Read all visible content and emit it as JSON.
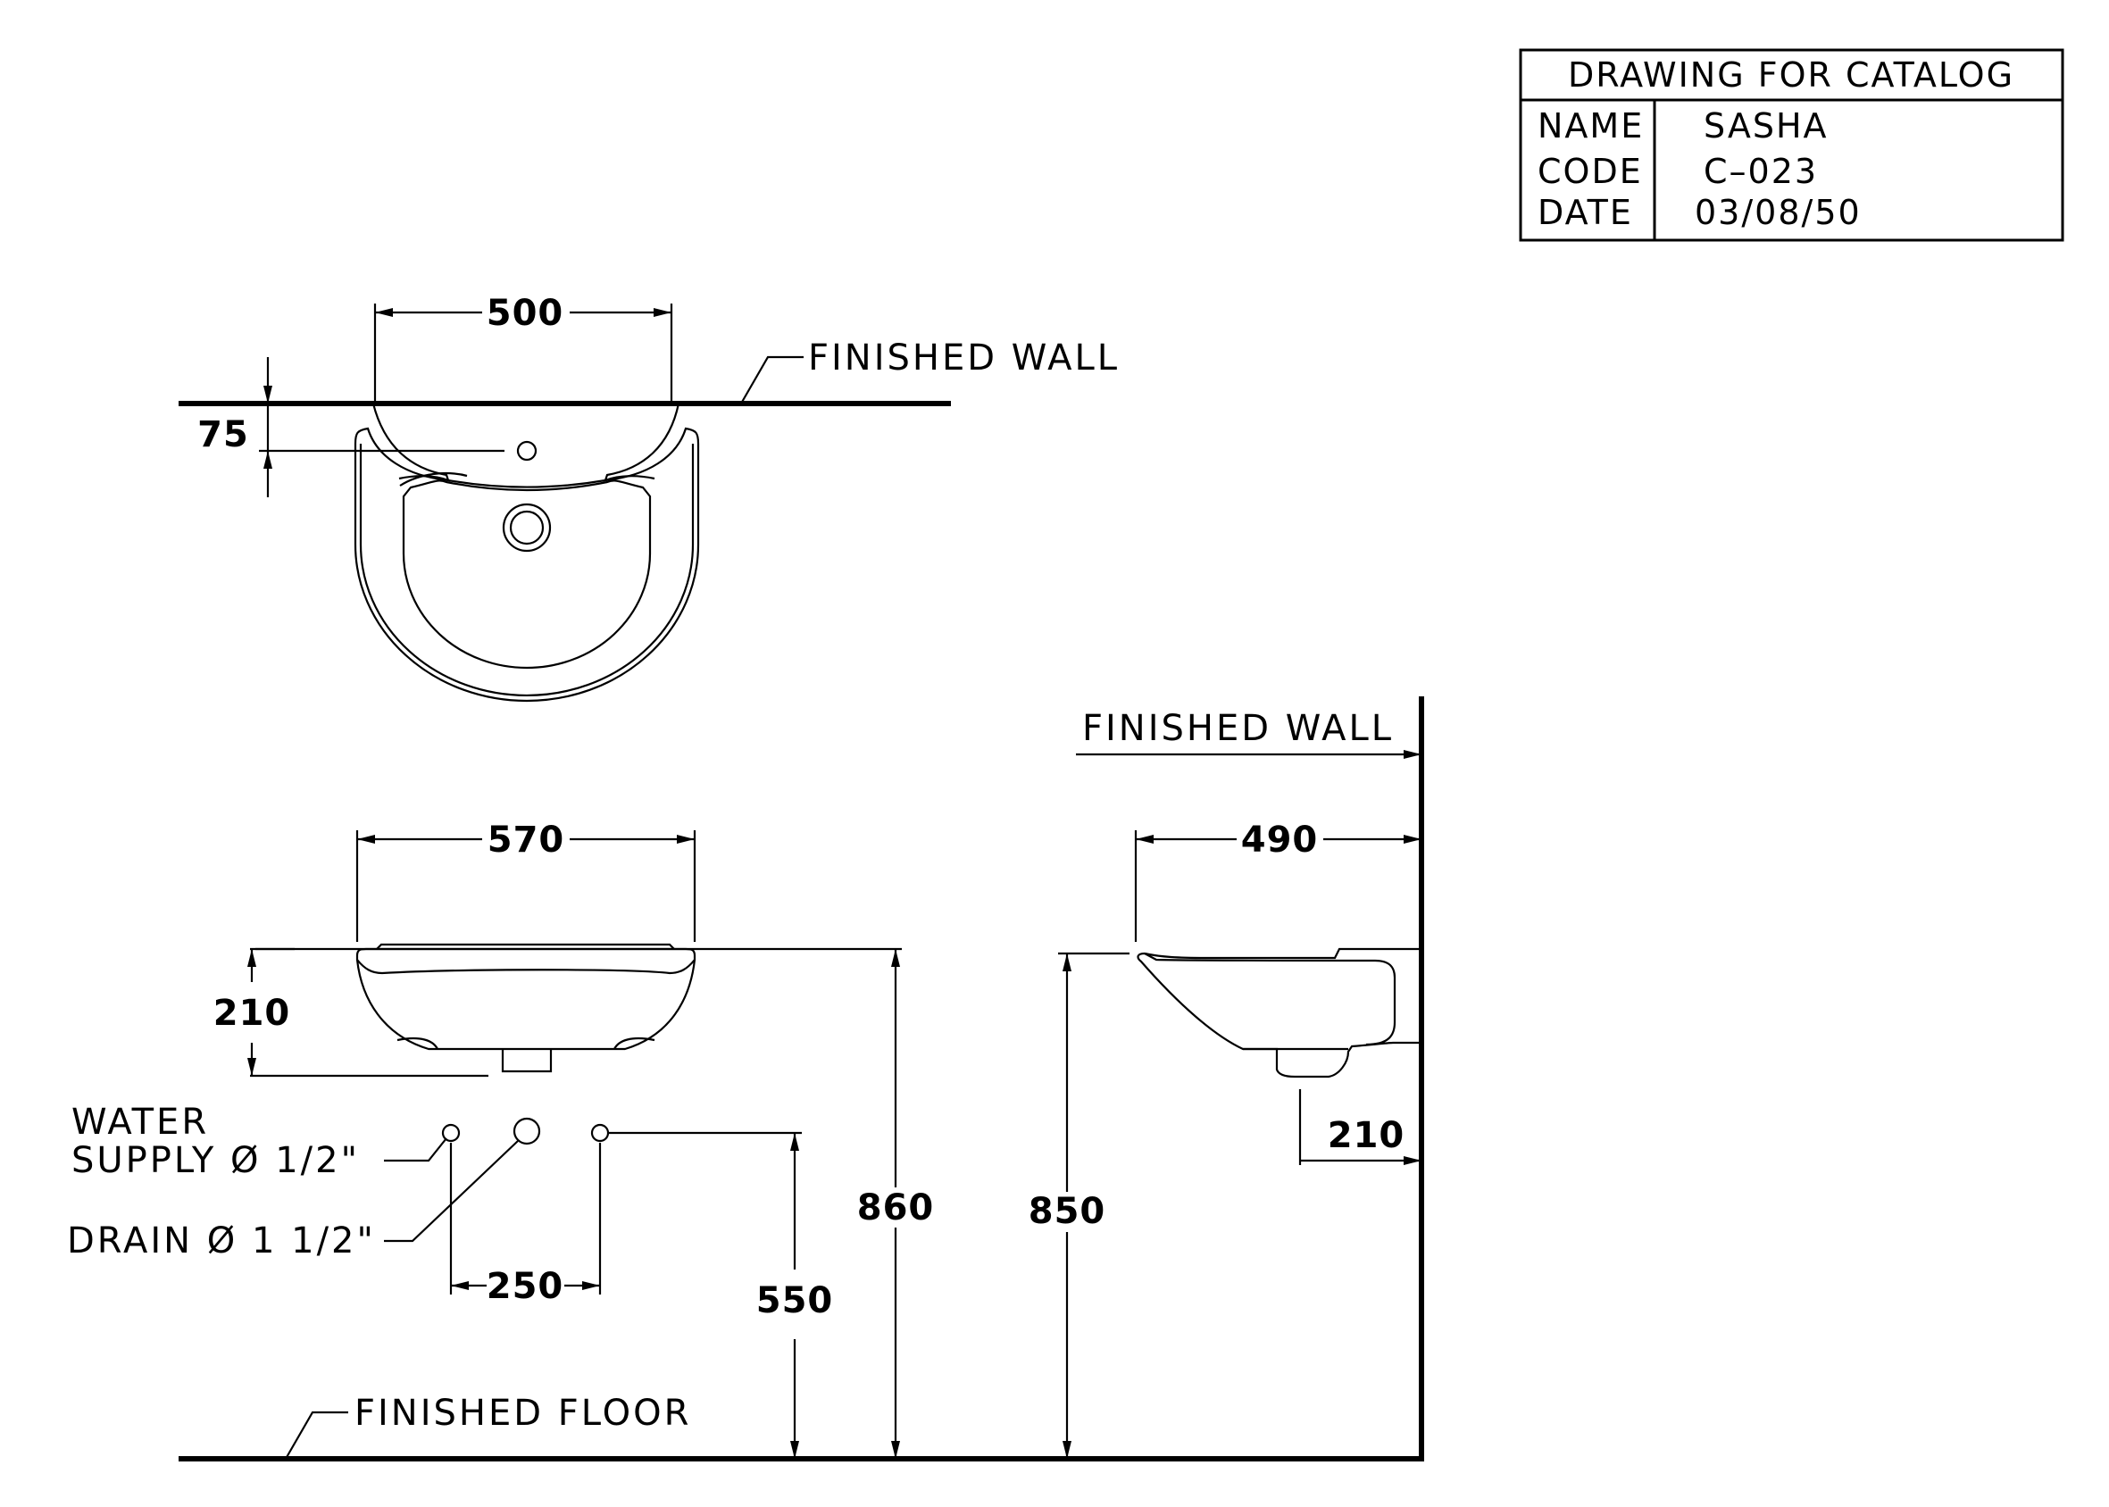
{
  "title_block": {
    "heading": "DRAWING FOR CATALOG",
    "rows": [
      {
        "label": "NAME",
        "value": "SASHA"
      },
      {
        "label": "CODE",
        "value": "C–023"
      },
      {
        "label": "DATE",
        "value": "03/08/50"
      }
    ]
  },
  "labels": {
    "finished_wall_top": "FINISHED WALL",
    "finished_wall_side": "FINISHED WALL",
    "finished_floor": "FINISHED FLOOR",
    "water_line1": "WATER",
    "water_line2": "SUPPLY Ø 1/2\"",
    "drain": "DRAIN Ø 1 1/2\""
  },
  "dimensions": {
    "top_width": "500",
    "top_offset": "75",
    "front_width": "570",
    "front_height": "210",
    "side_depth": "490",
    "side_drain": "210",
    "supply_spacing": "250",
    "supply_height": "550",
    "front_total": "860",
    "side_total": "850"
  }
}
